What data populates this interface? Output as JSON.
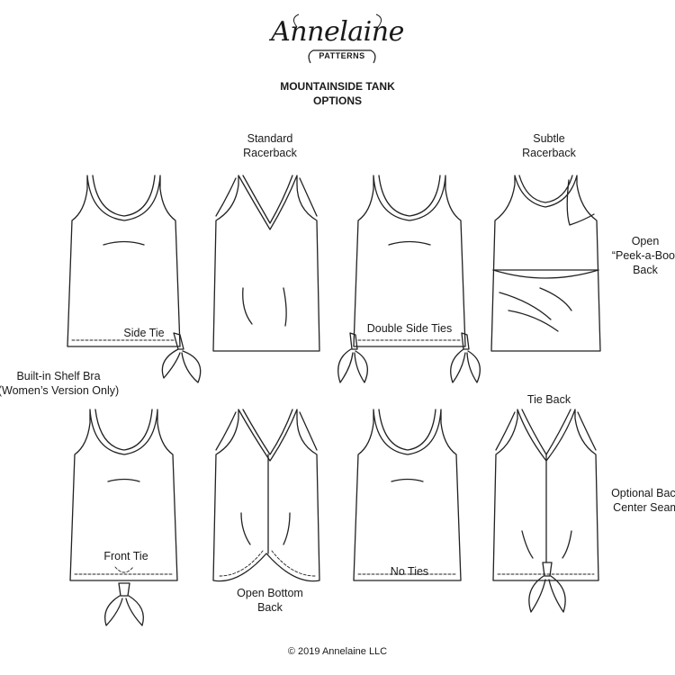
{
  "brand": {
    "script": "Annelaine",
    "sub": "PATTERNS"
  },
  "title": {
    "line1": "MOUNTAINSIDE TANK",
    "line2": "OPTIONS"
  },
  "labels": {
    "standard_racerback": [
      "Standard",
      "Racerback"
    ],
    "subtle_racerback": [
      "Subtle",
      "Racerback"
    ],
    "open_back": [
      "Open",
      "“Peek-a-Boo”",
      "Back"
    ],
    "side_tie": "Side Tie",
    "double_side_ties": "Double Side Ties",
    "shelf_bra": [
      "Built-in Shelf Bra",
      "(Women’s Version Only)"
    ],
    "tie_back": "Tie Back",
    "optional_back_seam": [
      "Optional Back",
      "Center Seam"
    ],
    "front_tie": "Front Tie",
    "no_ties": "No Ties",
    "open_bottom_back": [
      "Open Bottom",
      "Back"
    ]
  },
  "footer": "© 2019 Annelaine LLC"
}
